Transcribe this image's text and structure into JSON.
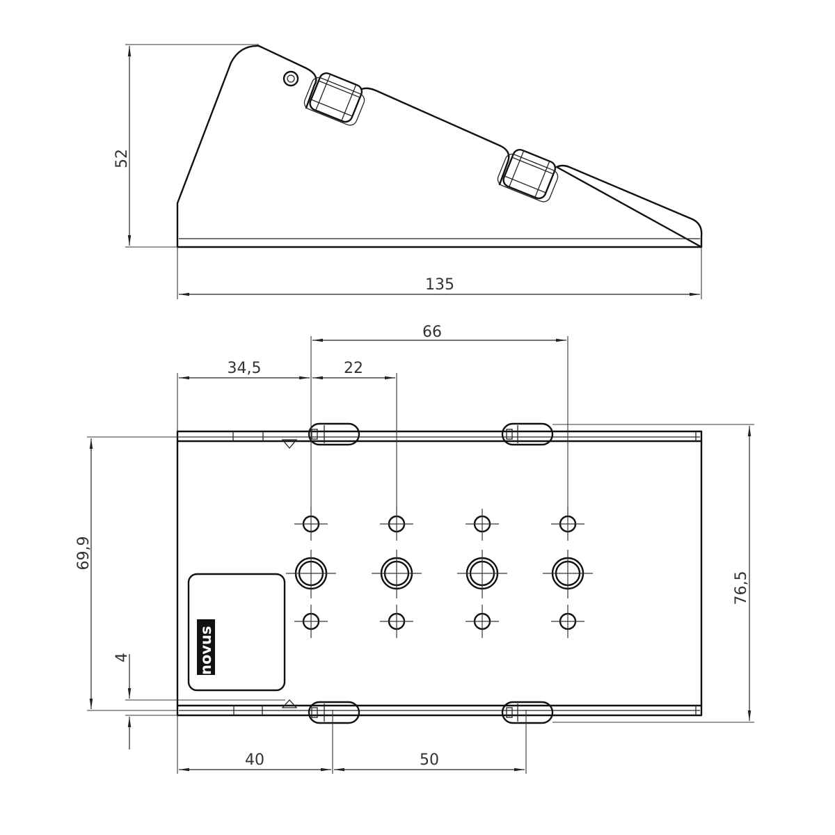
{
  "drawing": {
    "type": "technical-drawing",
    "views": [
      "side-view",
      "top-view"
    ],
    "logo_text": "novus",
    "line_color": "#111111",
    "background": "#ffffff"
  },
  "side_view": {
    "dimensions": {
      "height": "52",
      "length": "135"
    }
  },
  "top_view": {
    "dimensions": {
      "left_to_first_clip": "34,5",
      "first_clip_to_hole_col2": "22",
      "clip_spacing_top": "66",
      "height_inner": "69,9",
      "height_outer": "76,5",
      "rail_offset": "4",
      "left_to_bottom_clip": "40",
      "bottom_clip_spacing": "50"
    },
    "hole_grid": {
      "columns": 4,
      "rows": [
        "small",
        "large",
        "small"
      ]
    }
  }
}
